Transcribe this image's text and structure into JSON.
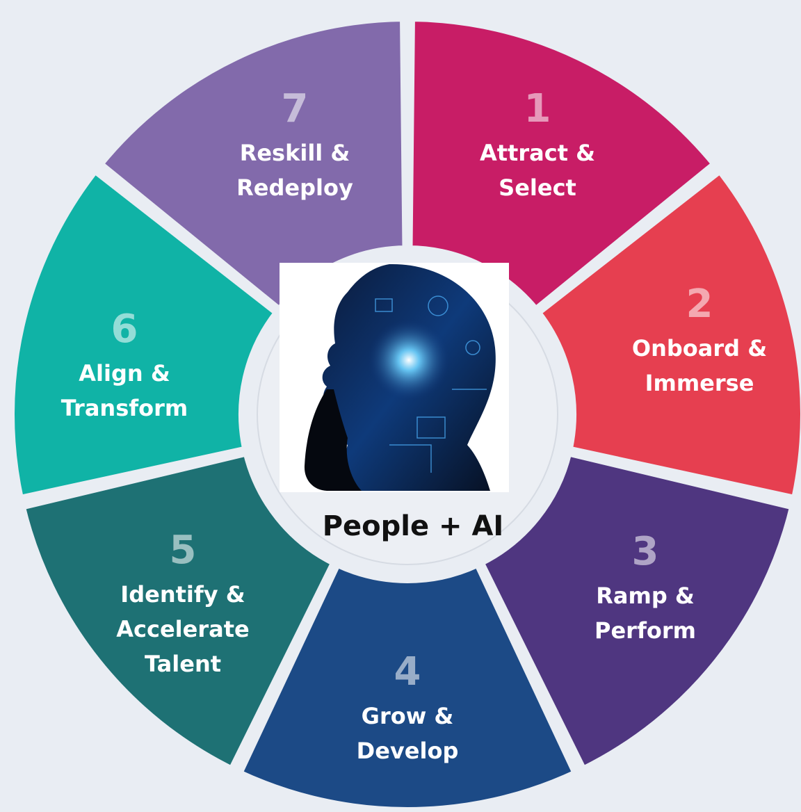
{
  "center": {
    "title": "People + AI",
    "image_icon": "ai-head-silhouette-icon"
  },
  "stages": [
    {
      "number": "1",
      "lines": [
        "Attract &",
        "Select"
      ],
      "color": "#c81d66"
    },
    {
      "number": "2",
      "lines": [
        "Onboard &",
        "Immerse"
      ],
      "color": "#e63f50"
    },
    {
      "number": "3",
      "lines": [
        "Ramp &",
        "Perform"
      ],
      "color": "#4f3680"
    },
    {
      "number": "4",
      "lines": [
        "Grow &",
        "Develop"
      ],
      "color": "#1c4a86"
    },
    {
      "number": "5",
      "lines": [
        "Identify &",
        "Accelerate",
        "Talent"
      ],
      "color": "#1e7174"
    },
    {
      "number": "6",
      "lines": [
        "Align &",
        "Transform"
      ],
      "color": "#10b3a6"
    },
    {
      "number": "7",
      "lines": [
        "Reskill &",
        "Redeploy"
      ],
      "color": "#826aab"
    }
  ]
}
